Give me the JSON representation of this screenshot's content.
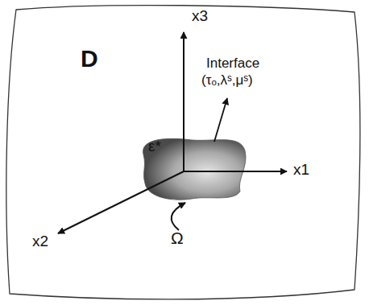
{
  "diagram": {
    "nodes": [
      {
        "text": [
          "D"
        ]
      },
      {
        "text": [
          "ε*"
        ],
        "in": 0
      }
    ],
    "labels": [
      "x3",
      "Interface",
      "(τₒ,λˢ,μˢ)",
      "x1",
      "x2",
      "Ω"
    ]
  }
}
